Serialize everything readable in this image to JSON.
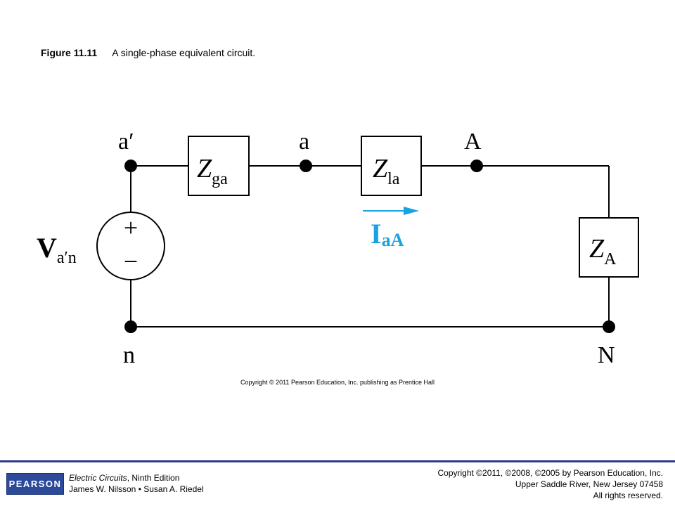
{
  "caption": {
    "figure_label": "Figure 11.11",
    "text": "A single-phase equivalent circuit."
  },
  "circuit": {
    "node_labels": {
      "a_prime": "a′",
      "a": "a",
      "A": "A",
      "n": "n",
      "N": "N"
    },
    "impedances": {
      "Zga": {
        "symbol": "Z",
        "sub": "ga"
      },
      "Zla": {
        "symbol": "Z",
        "sub": "la"
      },
      "ZA": {
        "symbol": "Z",
        "sub": "A"
      }
    },
    "source": {
      "symbol": "V",
      "sub": "a′n",
      "plus": "+",
      "minus": "−"
    },
    "current": {
      "symbol": "I",
      "sub": "aA",
      "color": "#1aa3e0"
    },
    "copyright_line": "Copyright © 2011 Pearson Education, Inc. publishing as Prentice Hall"
  },
  "footer": {
    "logo_text": "PEARSON",
    "book_title": "Electric Circuits",
    "book_edition": ", Ninth Edition",
    "authors": "James W. Nilsson • Susan A. Riedel",
    "copyright_1": "Copyright ©2011, ©2008, ©2005 by Pearson Education, Inc.",
    "copyright_2": "Upper Saddle River, New Jersey 07458",
    "copyright_3": "All rights reserved.",
    "rule_color": "#2b3a8c",
    "logo_color": "#2b4a9a"
  }
}
